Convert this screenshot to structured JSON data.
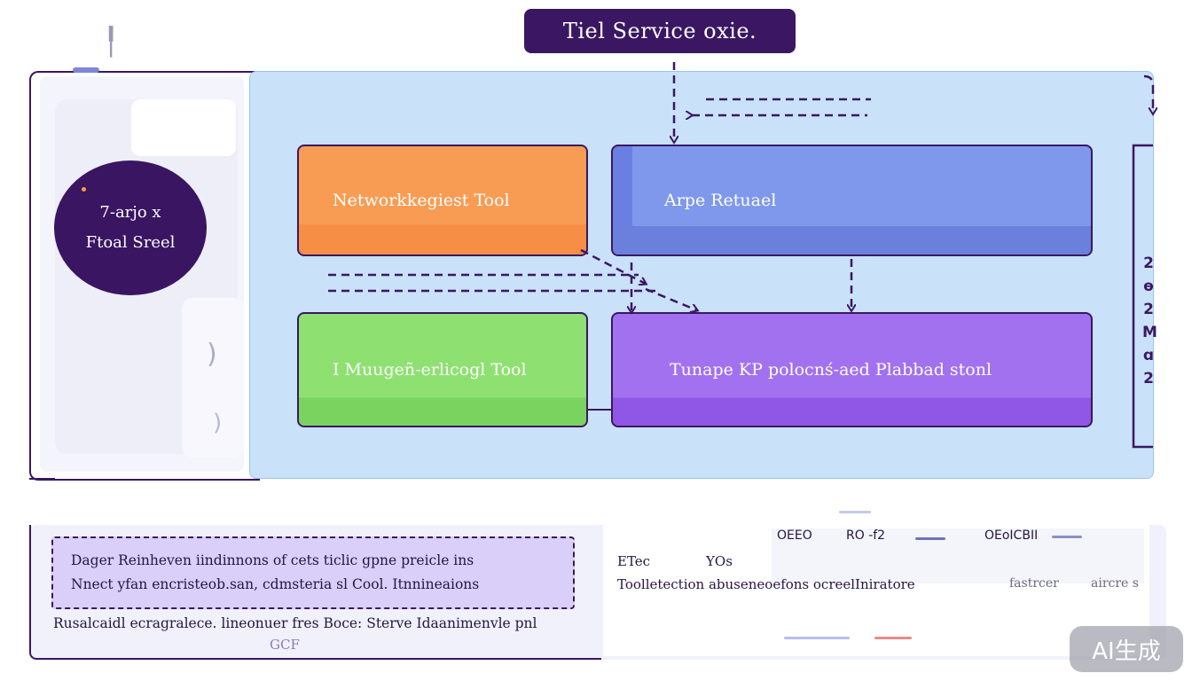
{
  "title": "Tiel Service oxie.",
  "sidebar": {
    "circle_line1": "7-arjo x",
    "circle_line2": "Ftoal Sreel"
  },
  "tools": {
    "network": "Networkkegiest Tool",
    "api": "Arpe Retuael",
    "image": "I Muugeñ-erlicogl Tool",
    "policy": "Tunape KP polocnś-aed Plabbad stonl"
  },
  "right_legend": [
    "2",
    "ɵ",
    "2",
    "M",
    "ɑ",
    "2"
  ],
  "notes": {
    "line1": "Dager Reinheven iindinnons of cets ticlic gpne preicle ins",
    "line2": "Nnect yfan encristeob.san, cdmsteria sl Cool. Itnnineaions",
    "footer": "Rusalcaidl ecragralece. lineonuer fres Boce: Sterve Idaanimenvle pnl",
    "code": "GCF"
  },
  "results": {
    "header": [
      "OEEO",
      "RO -f2",
      "OEoICBII"
    ],
    "row1_left": "ETec",
    "row1_right": "YOs",
    "row2_main": "Toolletection abuseneoefons ocreelIniratore",
    "row2_c": "fastrcer",
    "row2_d": "aircre s"
  },
  "watermark": "AI生成",
  "colors": {
    "accent": "#3b1763",
    "main_area": "#c9e2f9",
    "network": "#f89c54",
    "api": "#7f98ec",
    "image": "#8ee171",
    "policy": "#a271ef"
  }
}
